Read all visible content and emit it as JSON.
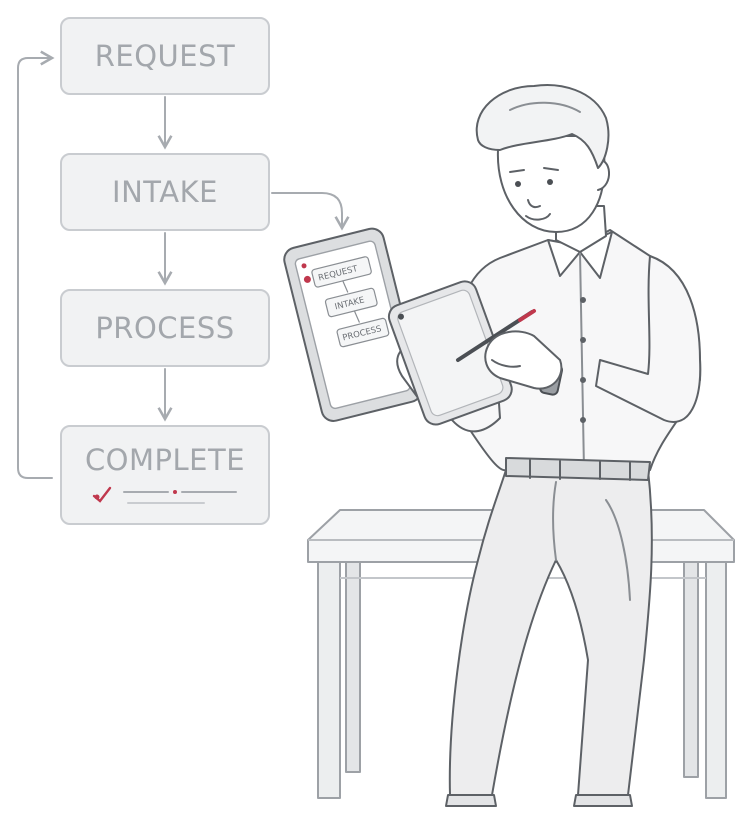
{
  "flow": {
    "steps": [
      {
        "id": "request",
        "label": "REQUEST"
      },
      {
        "id": "intake",
        "label": "INTAKE"
      },
      {
        "id": "process",
        "label": "PROCESS"
      },
      {
        "id": "complete",
        "label": "COMPLETE"
      }
    ]
  },
  "tablet": {
    "steps": [
      "REQUEST",
      "INTAKE",
      "PROCESS"
    ]
  },
  "colors": {
    "line": "#a7abb0",
    "box_fill": "#f1f2f3",
    "box_border": "#c9ccd0",
    "accent": "#c0384d"
  }
}
